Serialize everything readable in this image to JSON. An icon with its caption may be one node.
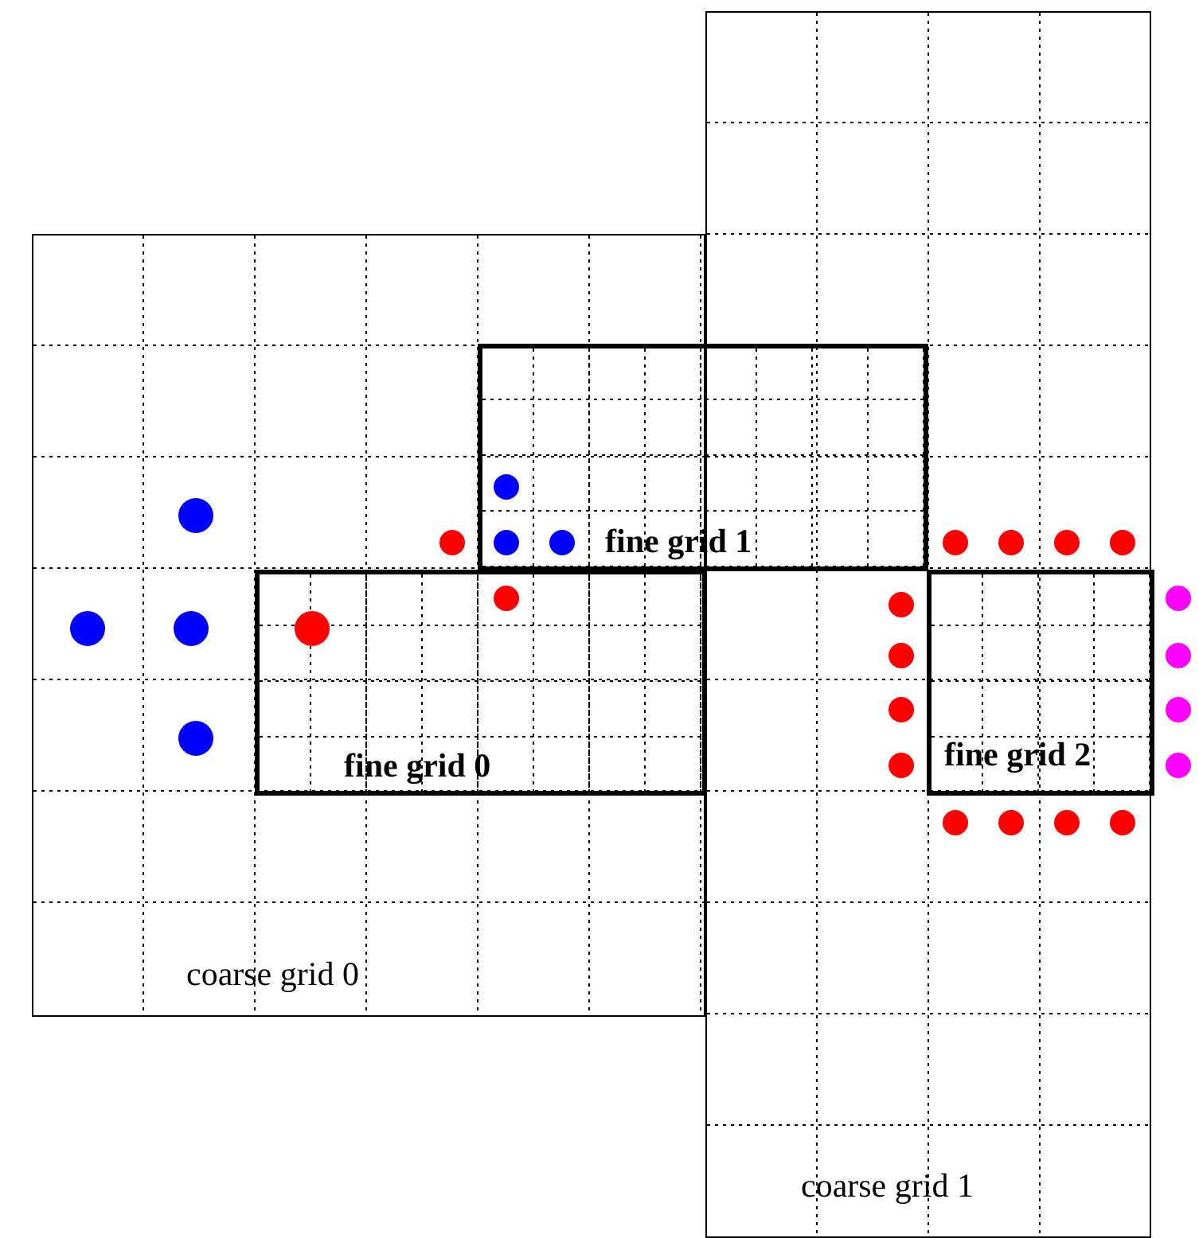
{
  "diagram": {
    "nodes": [
      {
        "text": [
          "coarse grid 0"
        ]
      },
      {
        "text": [
          "coarse grid 1"
        ]
      },
      {
        "text": [
          "fine grid 0"
        ],
        "in": 0
      },
      {
        "text": [
          "fine grid 1"
        ]
      },
      {
        "text": [
          "fine grid 2"
        ],
        "in": 1
      }
    ],
    "edges": []
  }
}
